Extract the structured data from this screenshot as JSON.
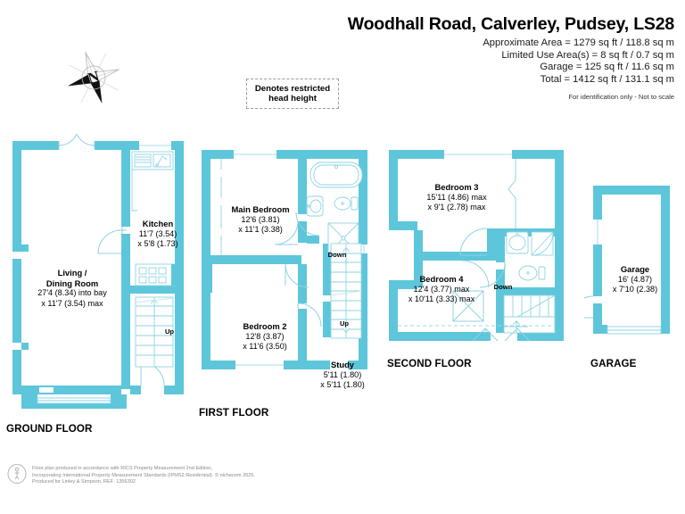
{
  "header": {
    "title": "Woodhall Road, Calverley, Pudsey, LS28",
    "areas": [
      "Approximate Area = 1279 sq ft / 118.8 sq m",
      "Limited Use Area(s) = 8 sq ft / 0.7 sq m",
      "Garage = 125 sq ft / 11.6 sq m",
      "Total = 1412 sq ft / 131.1 sq m"
    ],
    "disclaimer": "For identification only - Not to scale"
  },
  "compass": {
    "label": "N"
  },
  "legend": {
    "line1": "Denotes restricted",
    "line2": "head height"
  },
  "floor_labels": {
    "ground": "GROUND FLOOR",
    "first": "FIRST FLOOR",
    "second": "SECOND FLOOR",
    "garage": "GARAGE"
  },
  "rooms": {
    "living_dining": {
      "name": "Living /",
      "name2": "Dining Room",
      "dim1": "27'4 (8.34) into bay",
      "dim2": "x 11'7 (3.54) max"
    },
    "kitchen": {
      "name": "Kitchen",
      "dim1": "11'7 (3.54)",
      "dim2": "x 5'8 (1.73)"
    },
    "main_bedroom": {
      "name": "Main Bedroom",
      "dim1": "12'6 (3.81)",
      "dim2": "x 11'1 (3.38)"
    },
    "bedroom2": {
      "name": "Bedroom 2",
      "dim1": "12'8 (3.87)",
      "dim2": "x 11'6 (3.50)"
    },
    "study": {
      "name": "Study",
      "dim1": "5'11 (1.80)",
      "dim2": "x 5'11 (1.80)"
    },
    "bedroom3": {
      "name": "Bedroom 3",
      "dim1": "15'11 (4.86) max",
      "dim2": "x 9'1 (2.78) max"
    },
    "bedroom4": {
      "name": "Bedroom 4",
      "dim1": "12'4 (3.77) max",
      "dim2": "x 10'11 (3.33) max"
    },
    "garage": {
      "name": "Garage",
      "dim1": "16' (4.87)",
      "dim2": "x 7'10 (2.38)"
    }
  },
  "stairs": {
    "ground_up": "Up",
    "first_down": "Down",
    "first_up": "Up",
    "second_down": "Down"
  },
  "footer": {
    "line1": "Floor plan produced in accordance with RICS Property Measurement 2nd Edition,",
    "line2": "Incorporating International Property Measurement Standards (IPMS2 Residential).    © nichecom 2025.",
    "line3": "Produced for Linley & Simpson.    REF:  1356302"
  },
  "colors": {
    "wall": "#5ec6da",
    "fixture_stroke": "#8ed3e3",
    "text": "#000000",
    "footer_text": "#8a8a8a"
  }
}
